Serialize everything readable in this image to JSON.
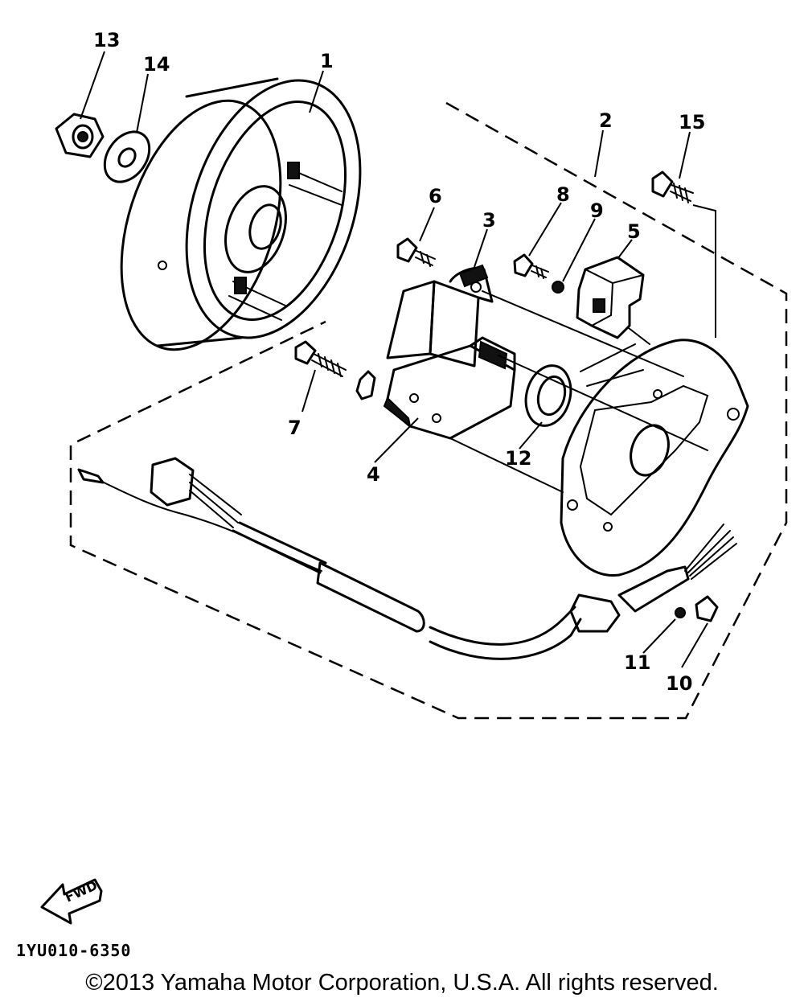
{
  "callouts": {
    "p1": "1",
    "p2": "2",
    "p3": "3",
    "p4": "4",
    "p5": "5",
    "p6": "6",
    "p7": "7",
    "p8": "8",
    "p9": "9",
    "p10": "10",
    "p11": "11",
    "p12": "12",
    "p13": "13",
    "p14": "14",
    "p15": "15"
  },
  "fwd_label": "FWD",
  "reference_code": "1YU010-6350",
  "copyright": "©2013 Yamaha Motor Corporation, U.S.A. All rights reserved."
}
